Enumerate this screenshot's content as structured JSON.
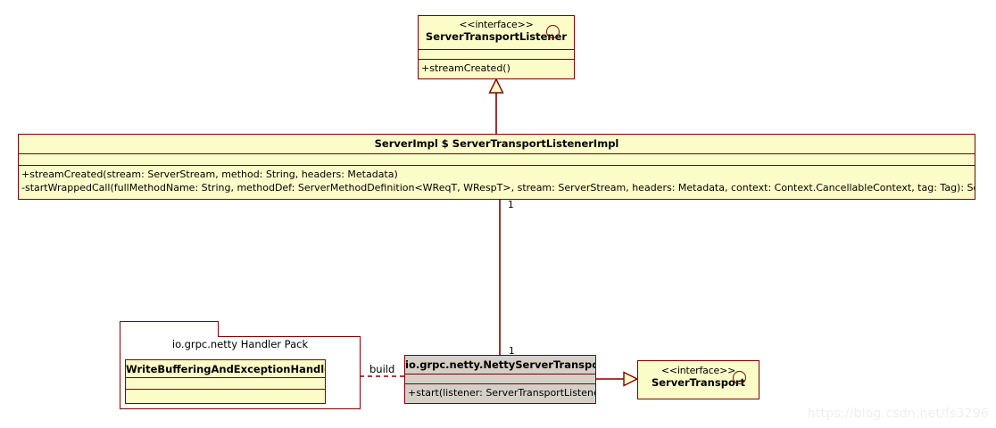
{
  "diagram": {
    "type": "uml-class-diagram",
    "colors": {
      "class_fill": "#fcfcc8",
      "selected_fill": "#d4d0c8",
      "border": "#7f0000",
      "package_fill": "#ffffff",
      "watermark": "#eceff1"
    }
  },
  "classes": {
    "server_transport_listener": {
      "stereotype": "<<interface>>",
      "name": "ServerTransportListener",
      "members": [
        "+streamCreated()"
      ],
      "icon": "interface-circle-icon"
    },
    "server_transport_listener_impl": {
      "name": "ServerImpl $ ServerTransportListenerImpl",
      "members": [
        "+streamCreated(stream: ServerStream, method: String, headers: Metadata)",
        "-startWrappedCall(fullMethodName: String, methodDef: ServerMethodDefinition<WReqT, WRespT>, stream: ServerStream, headers: Metadata, context: Context.CancellableContext, tag: Tag): ServerStreamListener"
      ]
    },
    "write_buffering_handler": {
      "name": "WriteBufferingAndExceptionHandler",
      "members": []
    },
    "netty_server_transport": {
      "name": "io.grpc.netty.NettyServerTransport",
      "members": [
        "+start(listener: ServerTransportListener)"
      ],
      "selected": true
    },
    "server_transport": {
      "stereotype": "<<interface>>",
      "name": "ServerTransport",
      "members": [],
      "icon": "interface-circle-icon"
    }
  },
  "packages": {
    "netty_handler_pack": {
      "label": "io.grpc.netty Handler Pack"
    }
  },
  "connectors": {
    "realization_impl_to_listener": {
      "kind": "generalization",
      "arrow": "hollow-triangle",
      "line": "solid"
    },
    "association_impl_to_transport": {
      "kind": "association",
      "line": "solid",
      "source_multiplicity": "1",
      "target_multiplicity": "1"
    },
    "dependency_build": {
      "kind": "dependency",
      "label": "build",
      "arrow": "open-arrow",
      "line": "dashed"
    },
    "realization_netty_to_transport": {
      "kind": "realization",
      "arrow": "hollow-triangle",
      "line": "solid"
    }
  },
  "watermark": {
    "text": "https://blog.csdn.net/fs3296"
  }
}
